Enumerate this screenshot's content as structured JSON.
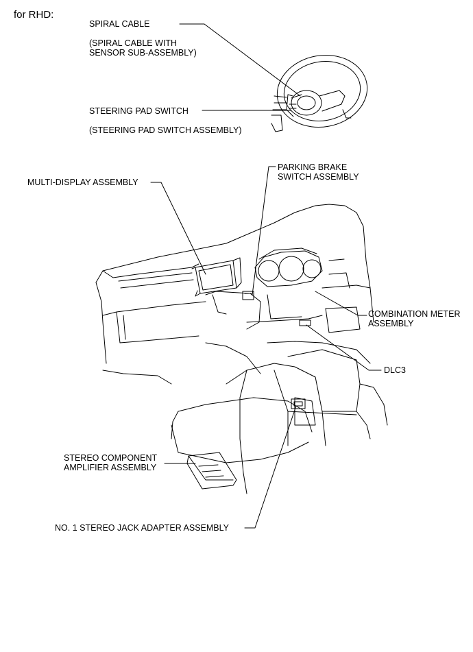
{
  "header": {
    "variant": "for RHD:"
  },
  "labels": {
    "spiral_cable": "SPIRAL CABLE",
    "spiral_cable_sub_1": "(SPIRAL CABLE WITH",
    "spiral_cable_sub_2": "SENSOR SUB-ASSEMBLY)",
    "steering_pad_switch": "STEERING PAD SWITCH",
    "steering_pad_switch_sub": "(STEERING PAD SWITCH ASSEMBLY)",
    "multi_display": "MULTI-DISPLAY ASSEMBLY",
    "parking_brake_1": "PARKING BRAKE",
    "parking_brake_2": "SWITCH ASSEMBLY",
    "combination_meter_1": "COMBINATION METER",
    "combination_meter_2": "ASSEMBLY",
    "dlc3": "DLC3",
    "stereo_amp_1": "STEREO COMPONENT",
    "stereo_amp_2": "AMPLIFIER ASSEMBLY",
    "stereo_jack": "NO. 1 STEREO JACK ADAPTER ASSEMBLY"
  }
}
